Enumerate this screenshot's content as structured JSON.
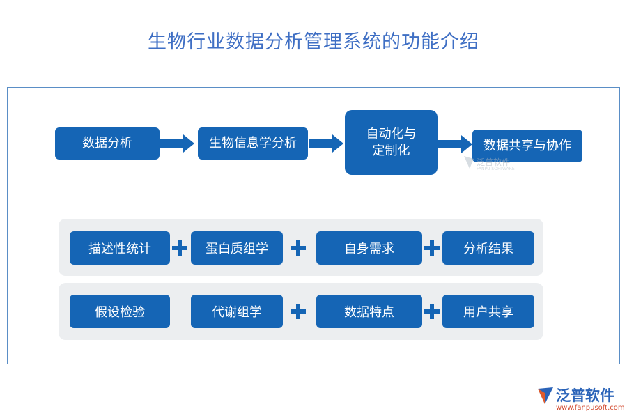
{
  "title": "生物行业数据分析管理系统的功能介绍",
  "flow": [
    {
      "label": "数据分析"
    },
    {
      "label": "生物信息学分析"
    },
    {
      "label_line1": "自动化与",
      "label_line2": "定制化"
    },
    {
      "label": "数据共享与协作"
    }
  ],
  "row1": [
    "描述性统计",
    "蛋白质组学",
    "自身需求",
    "分析结果"
  ],
  "row2": [
    "假设检验",
    "代谢组学",
    "数据特点",
    "用户共享"
  ],
  "watermark": {
    "text": "泛普软件",
    "sub": "FANPU SOFTWARE"
  },
  "logo": {
    "text": "泛普软件",
    "url": "www.fanpusoft.com"
  },
  "colors": {
    "primary": "#1565b5",
    "title": "#3f6fc4",
    "panel": "#eceef0",
    "frame": "#5a8ec6"
  }
}
